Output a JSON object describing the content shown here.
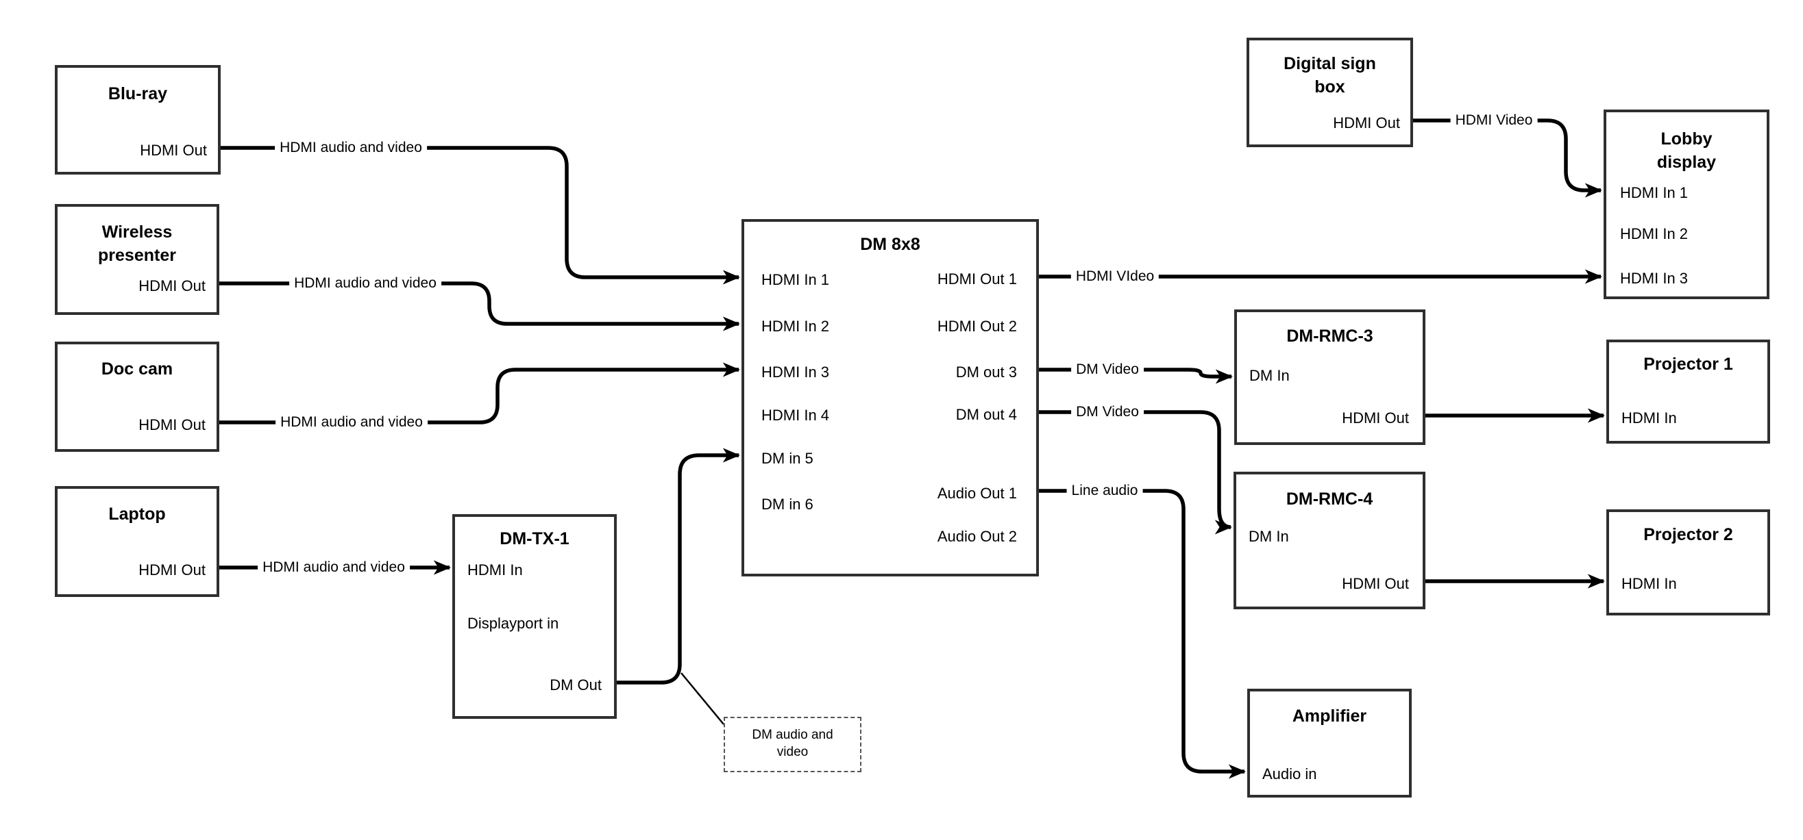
{
  "diagram": {
    "nodes": {
      "bluray": {
        "title_lines": [
          "Blu-ray"
        ],
        "ports": {
          "hdmi_out": "HDMI Out"
        }
      },
      "wireless": {
        "title_lines": [
          "Wireless",
          "presenter"
        ],
        "ports": {
          "hdmi_out": "HDMI Out"
        }
      },
      "doccam": {
        "title_lines": [
          "Doc cam"
        ],
        "ports": {
          "hdmi_out": "HDMI Out"
        }
      },
      "laptop": {
        "title_lines": [
          "Laptop"
        ],
        "ports": {
          "hdmi_out": "HDMI Out"
        }
      },
      "dmtx1": {
        "title_lines": [
          "DM-TX-1"
        ],
        "ports": {
          "hdmi_in": "HDMI In",
          "displayport_in": "Displayport in",
          "dm_out": "DM Out"
        }
      },
      "dm8x8": {
        "title_lines": [
          "DM 8x8"
        ],
        "ports": {
          "hdmi_in_1": "HDMI In 1",
          "hdmi_in_2": "HDMI In 2",
          "hdmi_in_3": "HDMI In 3",
          "hdmi_in_4": "HDMI In 4",
          "dm_in_5": "DM in 5",
          "dm_in_6": "DM in 6",
          "hdmi_out_1": "HDMI Out 1",
          "hdmi_out_2": "HDMI Out 2",
          "dm_out_3": "DM out 3",
          "dm_out_4": "DM out 4",
          "audio_out_1": "Audio Out 1",
          "audio_out_2": "Audio Out 2"
        }
      },
      "digitalsign": {
        "title_lines": [
          "Digital sign",
          "box"
        ],
        "ports": {
          "hdmi_out": "HDMI Out"
        }
      },
      "lobby": {
        "title_lines": [
          "Lobby",
          "display"
        ],
        "ports": {
          "hdmi_in_1": "HDMI In 1",
          "hdmi_in_2": "HDMI In 2",
          "hdmi_in_3": "HDMI In 3"
        }
      },
      "dmrmc3": {
        "title_lines": [
          "DM-RMC-3"
        ],
        "ports": {
          "dm_in": "DM In",
          "hdmi_out": "HDMI Out"
        }
      },
      "proj1": {
        "title_lines": [
          "Projector 1"
        ],
        "ports": {
          "hdmi_in": "HDMI In"
        }
      },
      "dmrmc4": {
        "title_lines": [
          "DM-RMC-4"
        ],
        "ports": {
          "dm_in": "DM In",
          "hdmi_out": "HDMI Out"
        }
      },
      "proj2": {
        "title_lines": [
          "Projector 2"
        ],
        "ports": {
          "hdmi_in": "HDMI In"
        }
      },
      "amplifier": {
        "title_lines": [
          "Amplifier"
        ],
        "ports": {
          "audio_in": "Audio in"
        }
      }
    },
    "connections": {
      "bluray_to_dm8x8_in1": {
        "label": "HDMI audio and video"
      },
      "wireless_to_dm8x8_in2": {
        "label": "HDMI audio and video"
      },
      "doccam_to_dm8x8_in3": {
        "label": "HDMI audio and video"
      },
      "laptop_to_dmtx1": {
        "label": "HDMI audio and video"
      },
      "dm8x8_out1_to_lobby_in3": {
        "label": "HDMI VIdeo"
      },
      "digitalsign_to_lobby_in1": {
        "label": "HDMI Video"
      },
      "dm8x8_out3_to_dmrmc3": {
        "label": "DM Video"
      },
      "dm8x8_out4_to_dmrmc4": {
        "label": "DM Video"
      },
      "dm8x8_aout1_to_amplifier": {
        "label": "Line audio"
      }
    },
    "annotation": {
      "lines": [
        "DM audio and",
        "video"
      ]
    },
    "colors": {
      "line": "#000000",
      "box_border": "#2f2f2f",
      "background": "#ffffff",
      "text": "#000000"
    }
  }
}
